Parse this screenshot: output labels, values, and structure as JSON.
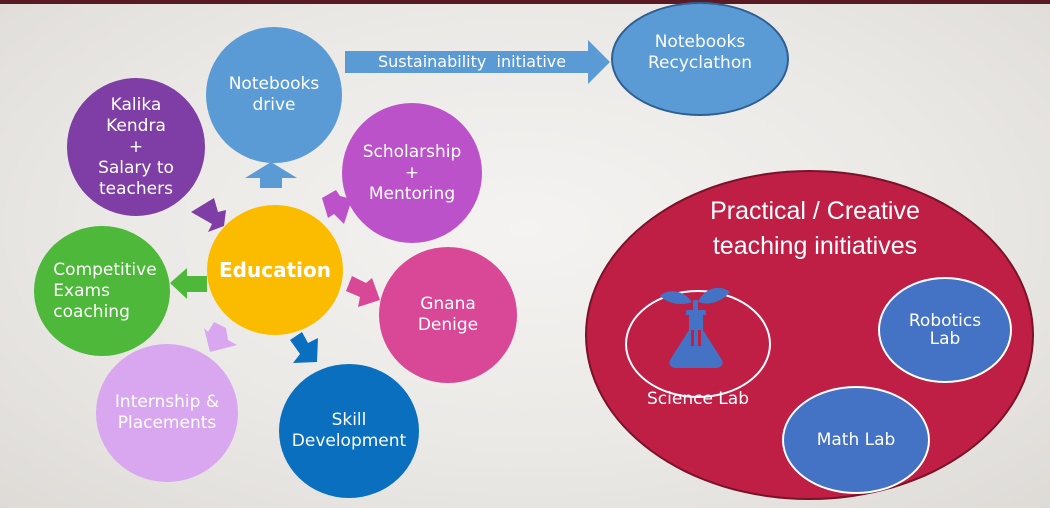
{
  "colors": {
    "center": "#fbbc00",
    "notebooks": "#5b9bd5",
    "kalika": "#7e3ea5",
    "scholarship": "#bb52c9",
    "gnana": "#d94896",
    "competitive": "#4eb83a",
    "internship": "#d8a7ef",
    "skill": "#0a6fbf",
    "recyclathon": "#5b9bd5",
    "creative": "#bf1e45",
    "robotics": "#4472c4"
  },
  "center": {
    "label": "Education"
  },
  "nodes": {
    "notebooks": {
      "label": "Notebooks\ndrive"
    },
    "kalika": {
      "label": "Kalika\nKendra\n+\nSalary to\nteachers"
    },
    "scholarship": {
      "label": "Scholarship\n+\nMentoring"
    },
    "competitive": {
      "label": "Competitive\nExams\ncoaching"
    },
    "gnana": {
      "label": "Gnana\nDenige"
    },
    "internship": {
      "label": "Internship &\nPlacements"
    },
    "skill": {
      "label": "Skill\nDevelopment"
    }
  },
  "sustainability": {
    "arrow_label": "Sustainability  initiative",
    "target_label": "Notebooks\nRecyclathon"
  },
  "creative": {
    "title": "Practical / Creative\nteaching initiatives",
    "science_lab": "Science Lab",
    "robotics_lab": "Robotics\nLab",
    "math_lab": "Math Lab",
    "science_icon": "plant-flask-icon"
  }
}
